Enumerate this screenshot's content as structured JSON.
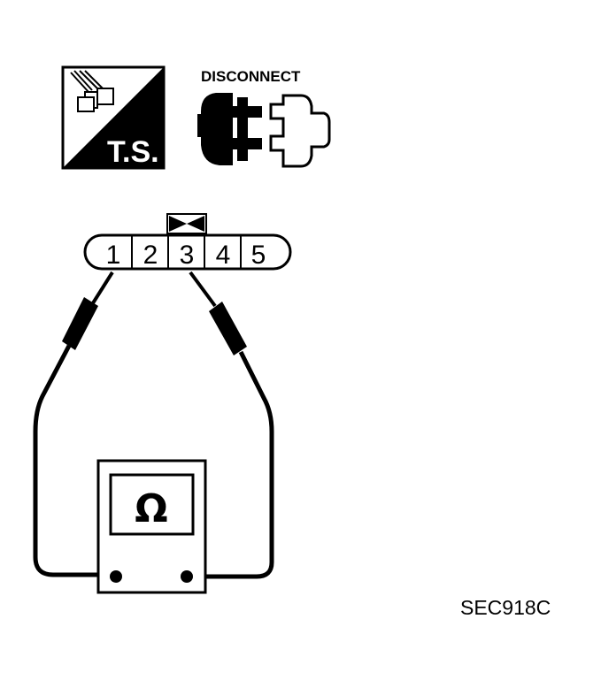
{
  "header": {
    "ts_label": "T.S.",
    "disconnect_label": "DISCONNECT"
  },
  "connector": {
    "pins": [
      "1",
      "2",
      "3",
      "4",
      "5"
    ]
  },
  "meter": {
    "symbol": "Ω"
  },
  "figure_code": "SEC918C",
  "icons": [
    "ts-test-icon",
    "disconnect-connector-icon",
    "terminal-marker-icon",
    "ohmmeter-icon"
  ],
  "colors": {
    "line": "#000000",
    "background": "#ffffff"
  }
}
